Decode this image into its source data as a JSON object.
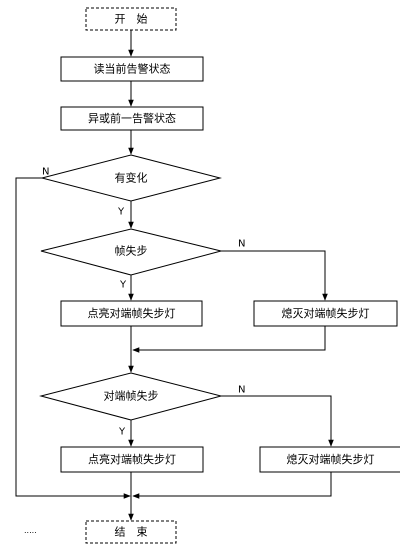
{
  "nodes": {
    "start": "开　始",
    "read_alarm": "读当前告警状态",
    "xor_alarm": "异或前一告警状态",
    "changed": "有变化",
    "frame_loss": "帧失步",
    "light_frame_1": "点亮对端帧失步灯",
    "off_frame_1": "熄灭对端帧失步灯",
    "remote_frame_loss": "对端帧失步",
    "light_frame_2": "点亮对端帧失步灯",
    "off_frame_2": "熄灭对端帧失步灯",
    "end": "结　束"
  },
  "edges": {
    "changed_no": "N",
    "changed_yes": "Y",
    "frame_loss_yes": "Y",
    "frame_loss_no": "N",
    "remote_yes": "Y",
    "remote_no": "N"
  },
  "footer_dots": "....."
}
